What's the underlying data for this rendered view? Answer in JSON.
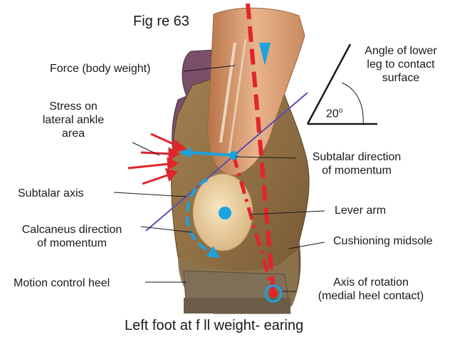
{
  "figure_title": "Fig re 63",
  "caption": "Left foot at f ll weight- earing",
  "labels": {
    "force": "Force (body weight)",
    "stress_lines": [
      "Stress on",
      "lateral ankle",
      "area"
    ],
    "subtalar_axis": "Subtalar axis",
    "calcaneus_lines": [
      "Calcaneus direction",
      "of momentum"
    ],
    "motion_control_heel": "Motion control heel",
    "angle_lines": [
      "Angle of lower",
      "leg to contact",
      "surface"
    ],
    "angle_value": "20",
    "angle_unit": "o",
    "subtalar_direction_lines": [
      "Subtalar direction",
      "of momentum"
    ],
    "lever_arm": "Lever arm",
    "cushioning_midsole": "Cushioning midsole",
    "axis_rotation_lines": [
      "Axis of rotation",
      "(medial heel contact)"
    ]
  },
  "colors": {
    "force_line": "#e0262b",
    "stress_arrows": "#e0262b",
    "momentum": "#1aa3e0",
    "axis_line": "#5a4fb0",
    "text": "#1a1a1a"
  }
}
